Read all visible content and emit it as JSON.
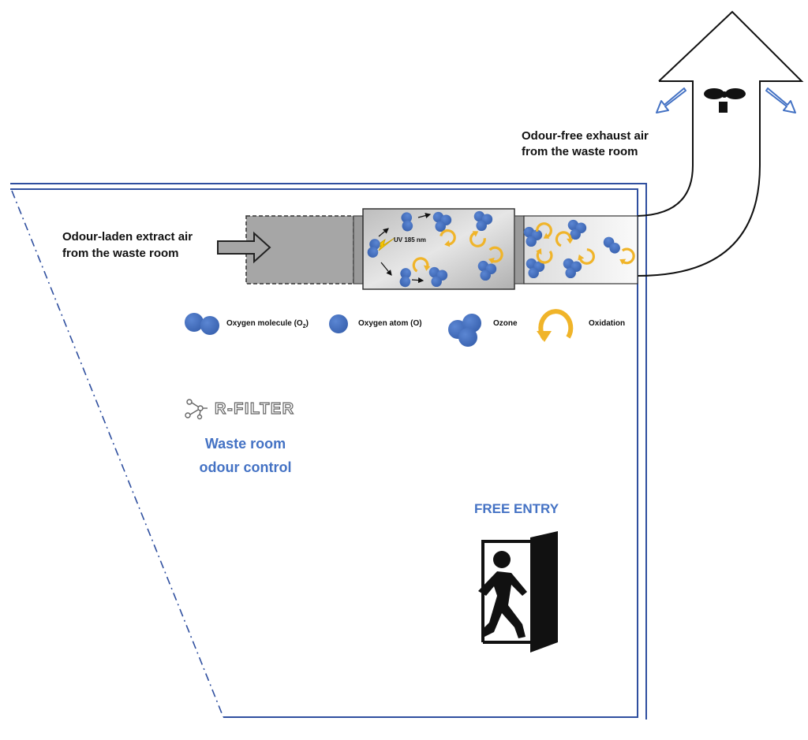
{
  "labels": {
    "exhaust_line1": "Odour-free exhaust air",
    "exhaust_line2": "from the waste room",
    "extract_line1": "Odour-laden extract air",
    "extract_line2": "from the waste room",
    "uv": "UV 185 nm",
    "free_entry": "FREE ENTRY",
    "brand": "R-FILTER",
    "product_line1": "Waste room",
    "product_line2": "odour control"
  },
  "legend": {
    "oxygen_molecule_prefix": "Oxygen molecule (O",
    "oxygen_molecule_sub": "2",
    "oxygen_molecule_suffix": ")",
    "oxygen_atom": "Oxygen atom (O)",
    "ozone": "Ozone",
    "oxidation": "Oxidation"
  },
  "colors": {
    "molecule_blue": "#4472c4",
    "wall_blue": "#2f4f9f",
    "text_blue": "#4472c4",
    "oxidation_arrow": "#f0b429",
    "uv_bolt": "#f5c400"
  }
}
